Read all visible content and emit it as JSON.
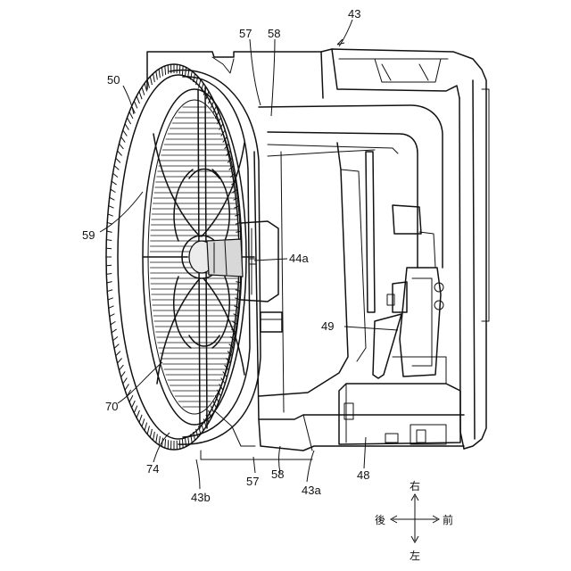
{
  "labels": {
    "n43": "43",
    "n50": "50",
    "n57_top": "57",
    "n58_top": "58",
    "n59": "59",
    "n44a": "44a",
    "n49": "49",
    "n70": "70",
    "n74": "74",
    "n57_bottom": "57",
    "n58_bottom": "58",
    "n43a": "43a",
    "n48": "48",
    "n43b": "43b"
  },
  "compass": {
    "up": "右",
    "down": "左",
    "left": "後",
    "right": "前"
  }
}
